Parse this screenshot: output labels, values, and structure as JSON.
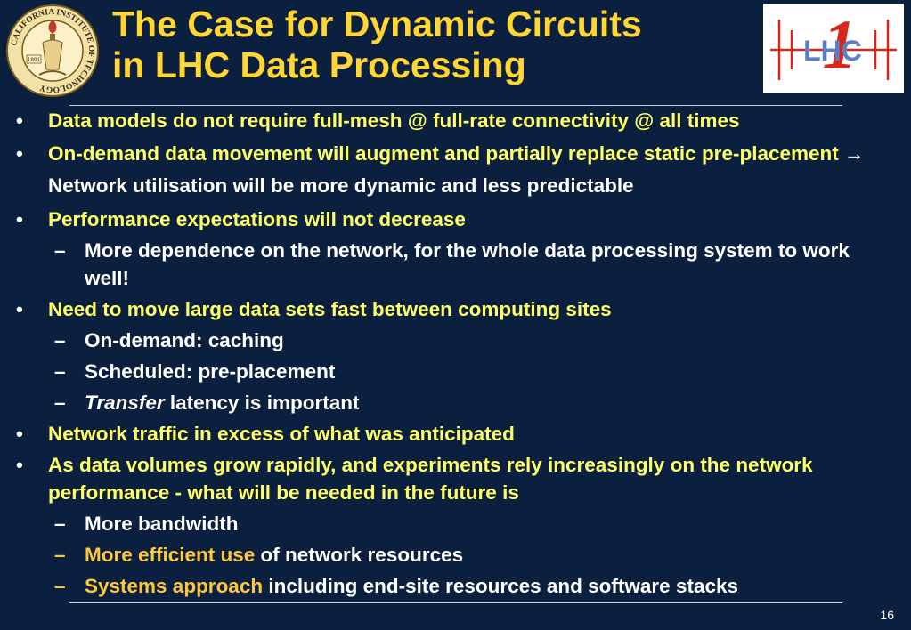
{
  "header": {
    "title_line1": "The Case for Dynamic Circuits",
    "title_line2": "in LHC Data Processing",
    "caltech_logo": {
      "top_text": "CALIFORNIA INSTITUTE OF TECHNOLOGY",
      "year": "1891"
    },
    "lhc_logo": {
      "letters": "LHC",
      "numeral": "1"
    }
  },
  "bullets": [
    {
      "text": "Data models do not require full-mesh @ full-rate connectivity @ all times"
    },
    {
      "text_a": "On-demand data movement will augment and partially replace static pre-placement",
      "arrow": "→",
      "text_b": "Network utilisation will be more dynamic and less predictable"
    },
    {
      "text": "Performance expectations will not decrease",
      "subs": [
        {
          "text": "More dependence on the network, for the whole data processing system to work well!"
        }
      ]
    },
    {
      "text": "Need to move large data sets fast between computing sites",
      "subs": [
        {
          "text": "On-demand: caching"
        },
        {
          "text": "Scheduled: pre-placement"
        },
        {
          "italic": "Transfer",
          "text": " latency is important"
        }
      ]
    },
    {
      "text": "Network traffic in excess of what was anticipated"
    },
    {
      "text": "As data volumes grow rapidly, and experiments rely increasingly on the network performance - what will be needed in the future is",
      "subs": [
        {
          "text": "More bandwidth"
        },
        {
          "highlight": "More efficient use",
          "text": " of network resources"
        },
        {
          "highlight": "Systems approach",
          "text": " including end-site resources and software stacks"
        }
      ]
    }
  ],
  "markers": {
    "bullet": "•",
    "dash": "–"
  },
  "footer": {
    "page_number": "16"
  },
  "colors": {
    "background": "#0b1f3f",
    "title": "#ffd633",
    "bullet_text": "#ffff66",
    "highlight": "#ffc83a",
    "sub_text": "#ffffff"
  }
}
